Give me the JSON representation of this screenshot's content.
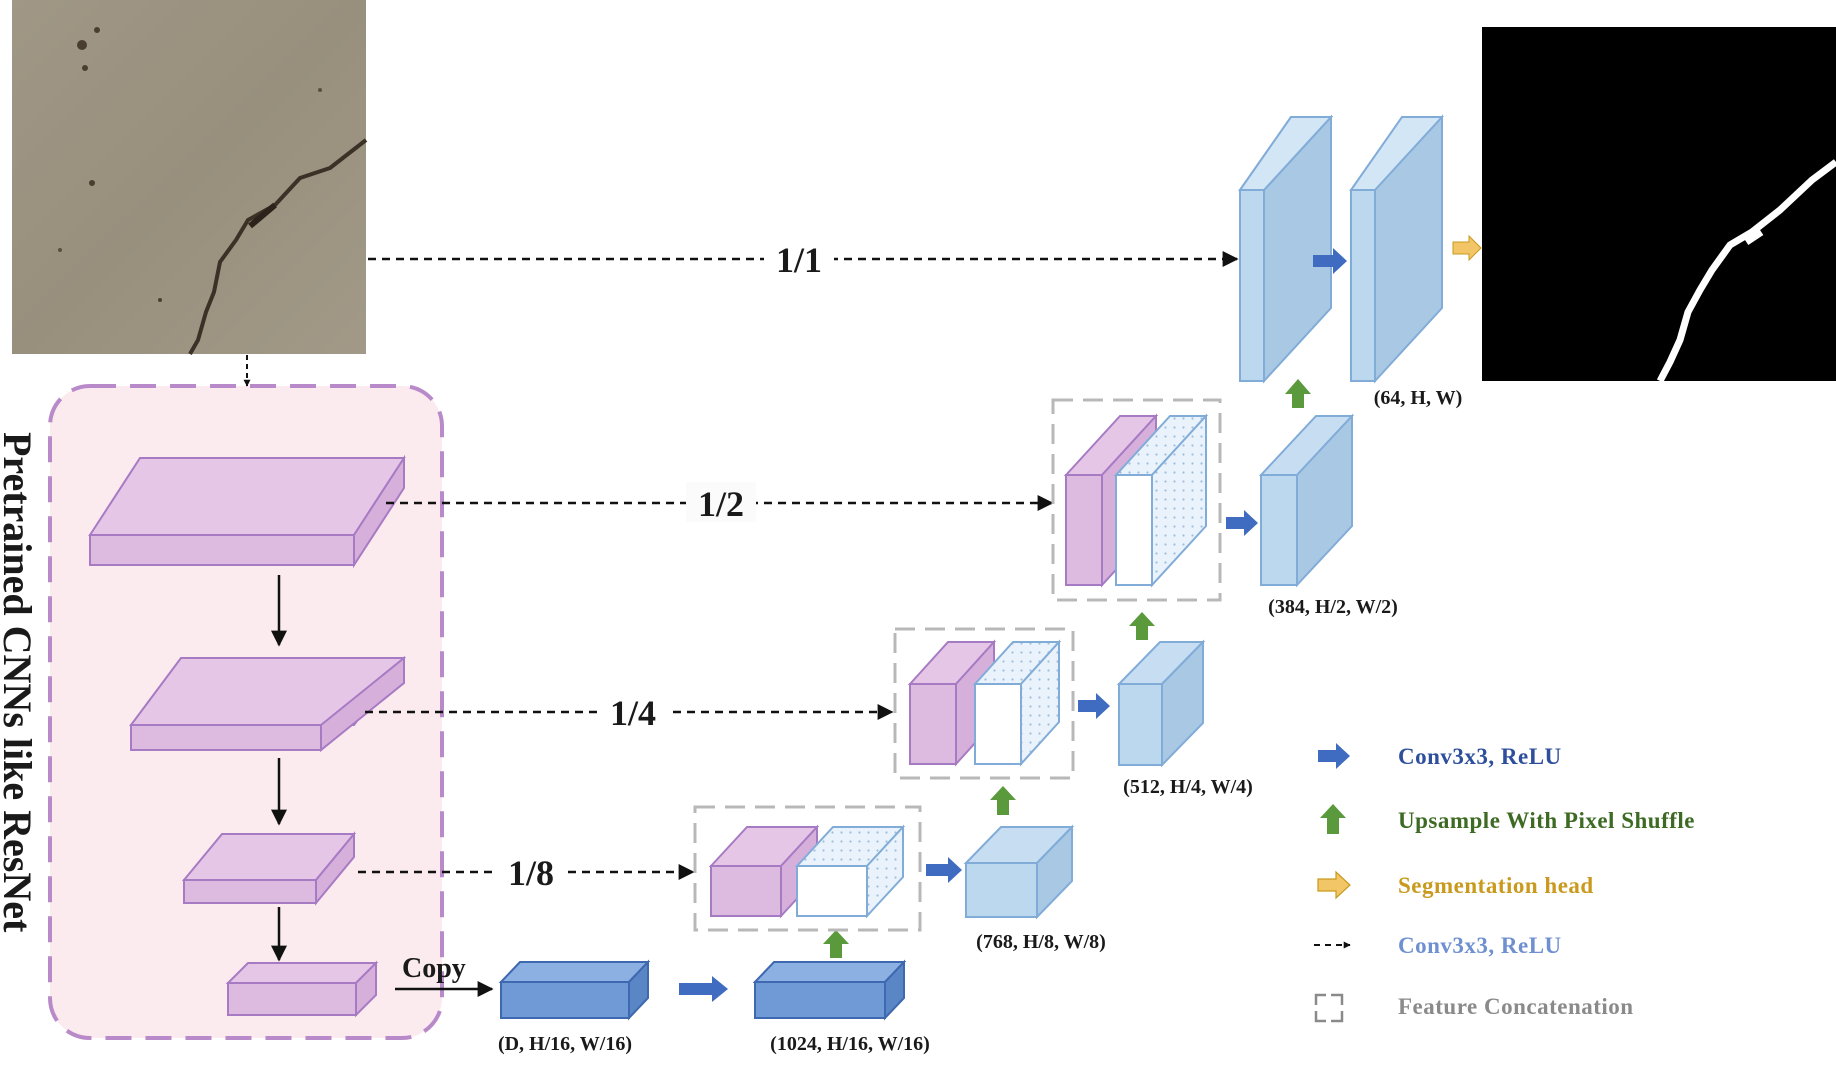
{
  "title": "",
  "side_label": "Pretrained CNNs like ResNet",
  "copy_label": "Copy",
  "skip_labels": {
    "s1": "1/1",
    "s2": "1/2",
    "s4": "1/4",
    "s8": "1/8"
  },
  "shape_labels": {
    "d16": "(D, H/16, W/16)",
    "c16": "(1024, H/16, W/16)",
    "d8": "(768, H/8, W/8)",
    "d4": "(512, H/4, W/4)",
    "d2": "(384, H/2, W/2)",
    "d1": "(64, H, W)"
  },
  "legend": [
    {
      "label": "Conv3x3, ReLU",
      "icon": "blue-arrow-icon",
      "color": "#2e4f9c"
    },
    {
      "label": "Upsample With Pixel Shuffle",
      "icon": "green-up-arrow-icon",
      "color": "#3e6b24"
    },
    {
      "label": "Segmentation head",
      "icon": "yellow-arrow-icon",
      "color": "#c99a1e"
    },
    {
      "label": "Conv3x3, ReLU",
      "icon": "dashed-arrow-icon",
      "color": "#6f90d0"
    },
    {
      "label": "Feature Concatenation",
      "icon": "dashed-bracket-icon",
      "color": "#8a8a8a"
    }
  ],
  "colors": {
    "encoder": "#e6c6e6",
    "encoder_stroke": "#a77bc4",
    "decoder": "#bcd8ee",
    "decoder_stroke": "#82acd8",
    "bottleneck": "#6f9ad6",
    "bottleneck_stroke": "#3e68b0",
    "panel": "#fbeaee",
    "panel_border": "#b98ac9",
    "concat_box": "#b8b8b8",
    "blue_arrow": "#3f6cc0",
    "green_arrow": "#5a9a3c",
    "yellow_arrow": "#f2c566"
  }
}
